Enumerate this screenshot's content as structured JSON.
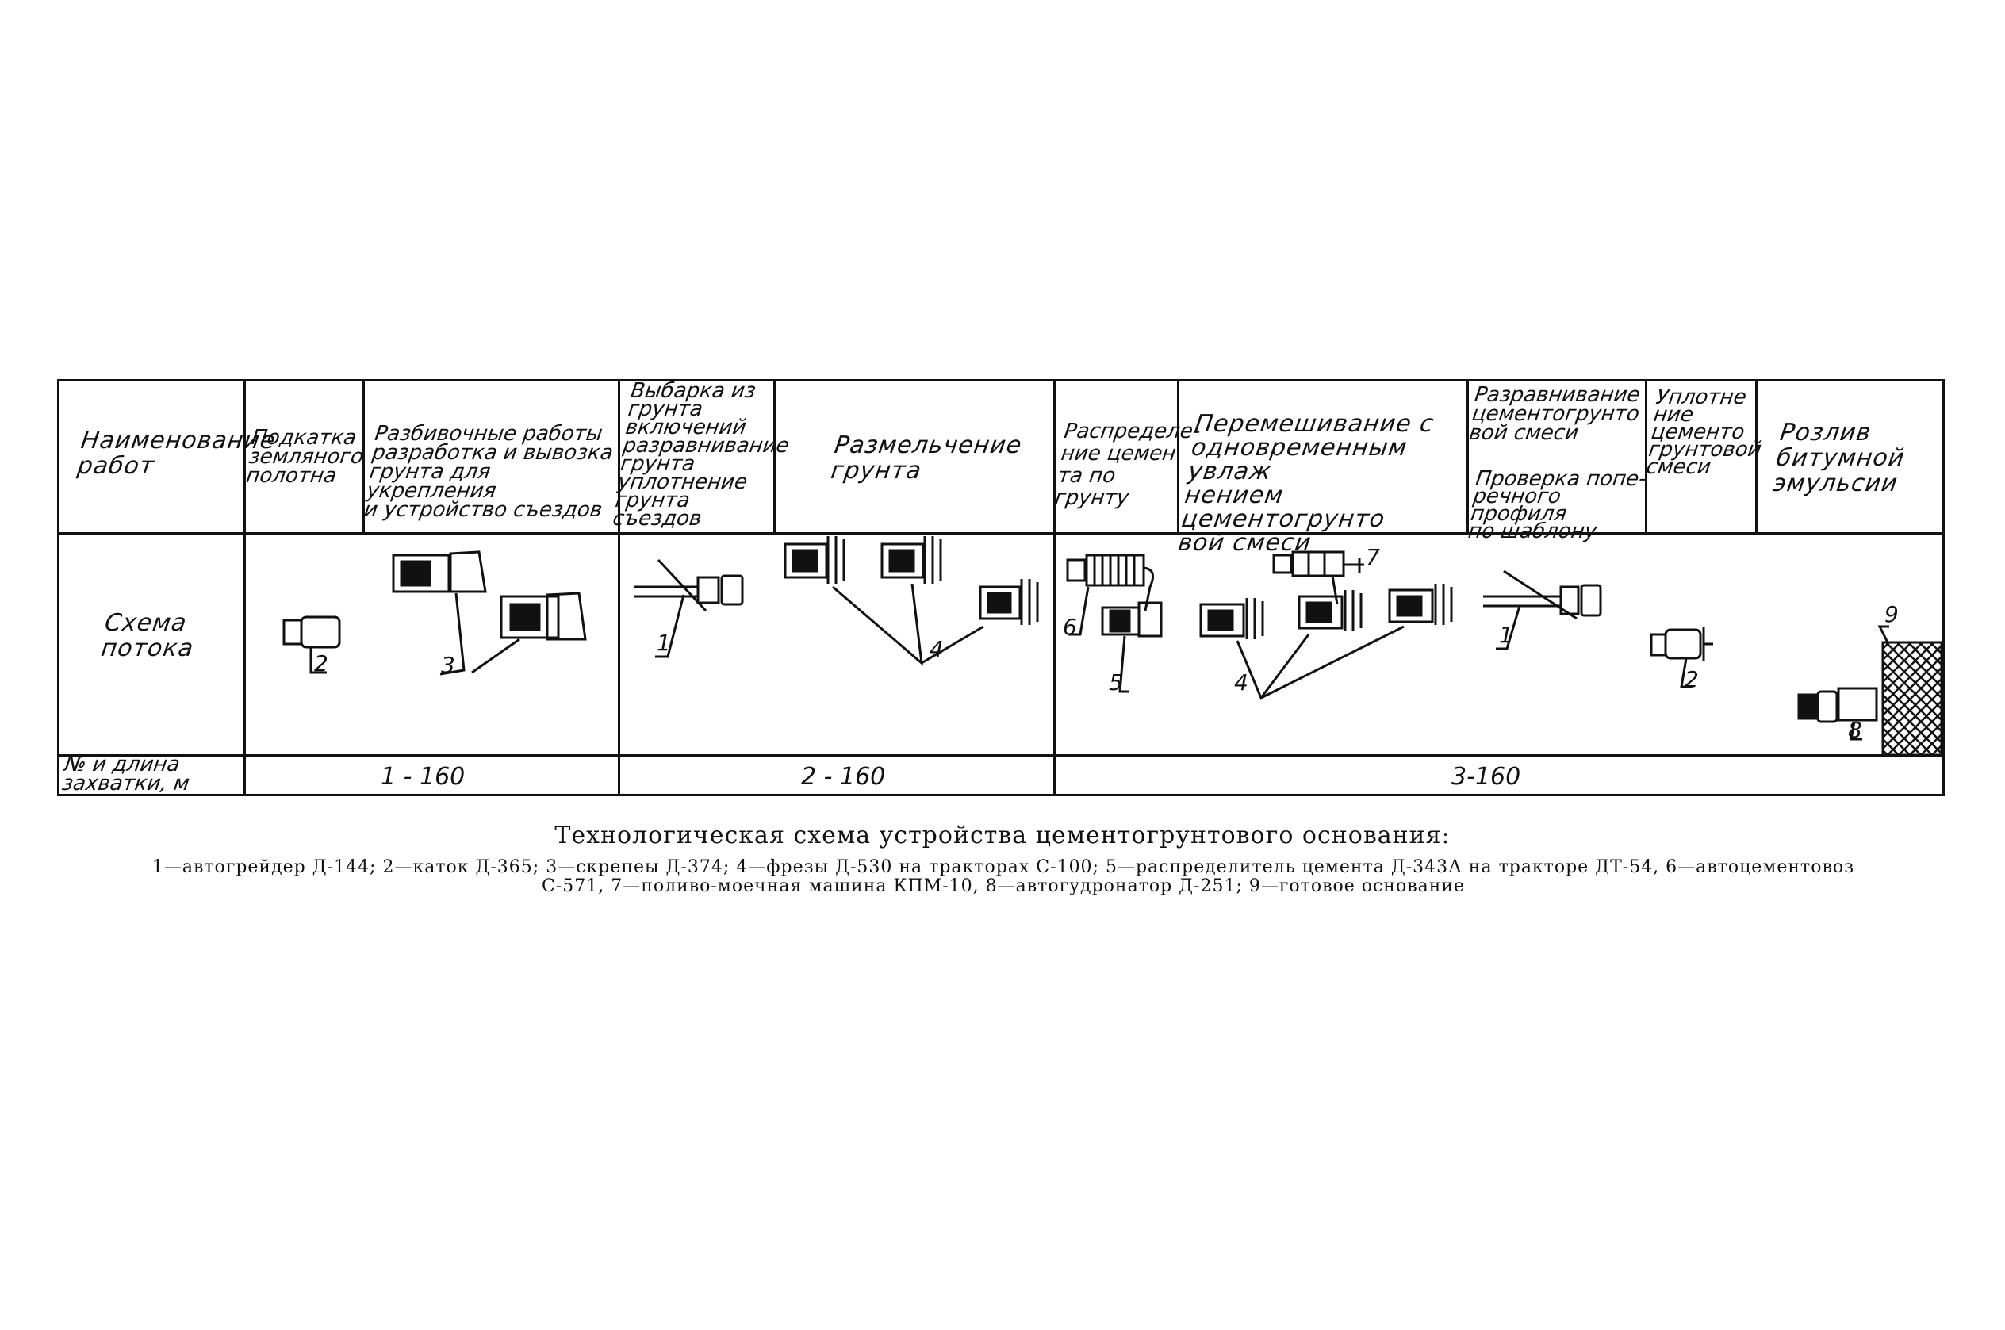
{
  "table": {
    "row_labels": {
      "works": "Наименование\nработ",
      "scheme": "Схема\nпотока",
      "length": "№ и длина\nзахватки, м"
    },
    "operations": [
      "Подкатка\nземляного\nполотна",
      "Разбивочные работы\nразработка и вывозка\nгрунта для укрепления\nи устройство съездов",
      "Выбарка из\nгрунта\nвключений\nразравнивание\nгрунта\nуплотнение\nгрунта съездов",
      "Размельчение\nгрунта",
      "Распределе-\nние цемен\nта по\nгрунту",
      "Перемешивание с\nодновременным увлаж\nнением цементогрунто\nвой смеси",
      "Разравнивание\nцементогрунто\nвой смеси",
      "Проверка попе-\nречного профиля\nпо шаблону",
      "Уплотне\nние\nцементо\nгрунтовой\nсмеси",
      "Розлив\nбитумной\nэмульсии"
    ],
    "segments": [
      "1 - 160",
      "2 - 160",
      "3-160"
    ]
  },
  "markers": {
    "m1a": "1",
    "m1b": "1",
    "m2a": "2",
    "m2b": "2",
    "m3": "3",
    "m4a": "4",
    "m4b": "4",
    "m5": "5",
    "m6": "6",
    "m7": "7",
    "m8": "8",
    "m9": "9"
  },
  "caption": "Технологическая схема устройства цементогрунтового основания:",
  "legend": "1—автогрейдер Д-144; 2—каток Д-365; 3—скрепеы Д-374; 4—фрезы Д-530 на тракторах С-100; 5—распределитель цемента Д-343А на тракторе ДТ-54, 6—автоцементовоз С-571, 7—поливо-моечная машина КПМ-10, 8—автогудронатор Д-251; 9—готовое основание"
}
